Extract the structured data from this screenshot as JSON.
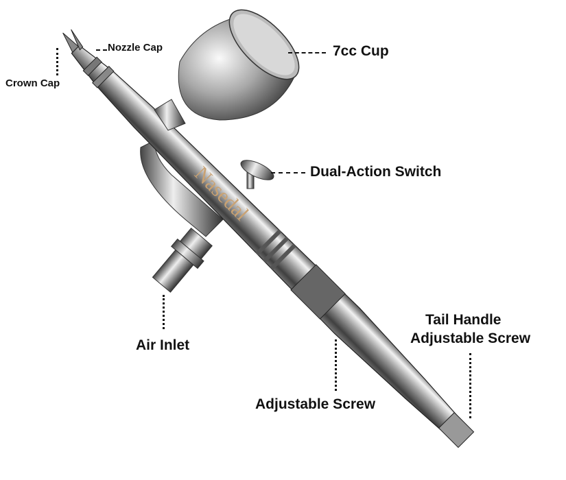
{
  "labels": {
    "nozzle_cap": "Nozzle Cap",
    "crown_cap": "Crown Cap",
    "cup": "7cc Cup",
    "dual_action_switch": "Dual-Action Switch",
    "air_inlet": "Air Inlet",
    "tail_handle_line1": "Tail Handle",
    "tail_handle_line2": "Adjustable Screw",
    "adjustable_screw": "Adjustable Screw"
  },
  "brand": "Nasedal",
  "colors": {
    "brand": "#c9a273",
    "metal_dark": "#3a3a3a",
    "metal_light": "#e8e8e8",
    "text": "#111111"
  }
}
